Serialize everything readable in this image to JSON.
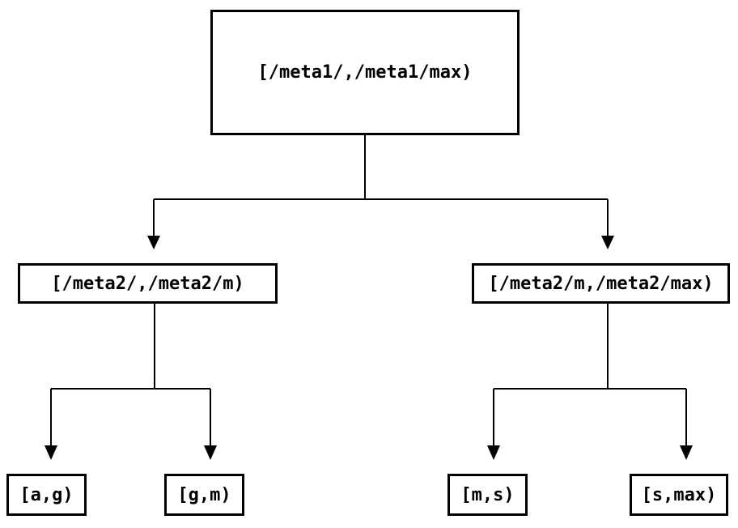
{
  "diagram": {
    "type": "tree",
    "nodes": {
      "root": {
        "label": "[/meta1/,/meta1/max)"
      },
      "meta2_left": {
        "label": "[/meta2/,/meta2/m)"
      },
      "meta2_right": {
        "label": "[/meta2/m,/meta2/max)"
      },
      "leaf_ag": {
        "label": "[a,g)"
      },
      "leaf_gm": {
        "label": "[g,m)"
      },
      "leaf_ms": {
        "label": "[m,s)"
      },
      "leaf_smax": {
        "label": "[s,max)"
      }
    },
    "edges": [
      {
        "from": "[/meta1/,/meta1/max)",
        "to": "[/meta2/,/meta2/m)"
      },
      {
        "from": "[/meta1/,/meta1/max)",
        "to": "[/meta2/m,/meta2/max)"
      },
      {
        "from": "[/meta2/,/meta2/m)",
        "to": "[a,g)"
      },
      {
        "from": "[/meta2/,/meta2/m)",
        "to": "[g,m)"
      },
      {
        "from": "[/meta2/m,/meta2/max)",
        "to": "[m,s)"
      },
      {
        "from": "[/meta2/m,/meta2/max)",
        "to": "[s,max)"
      }
    ],
    "colors": {
      "background": "#ffffff",
      "line": "#000000",
      "text": "#000000"
    }
  }
}
